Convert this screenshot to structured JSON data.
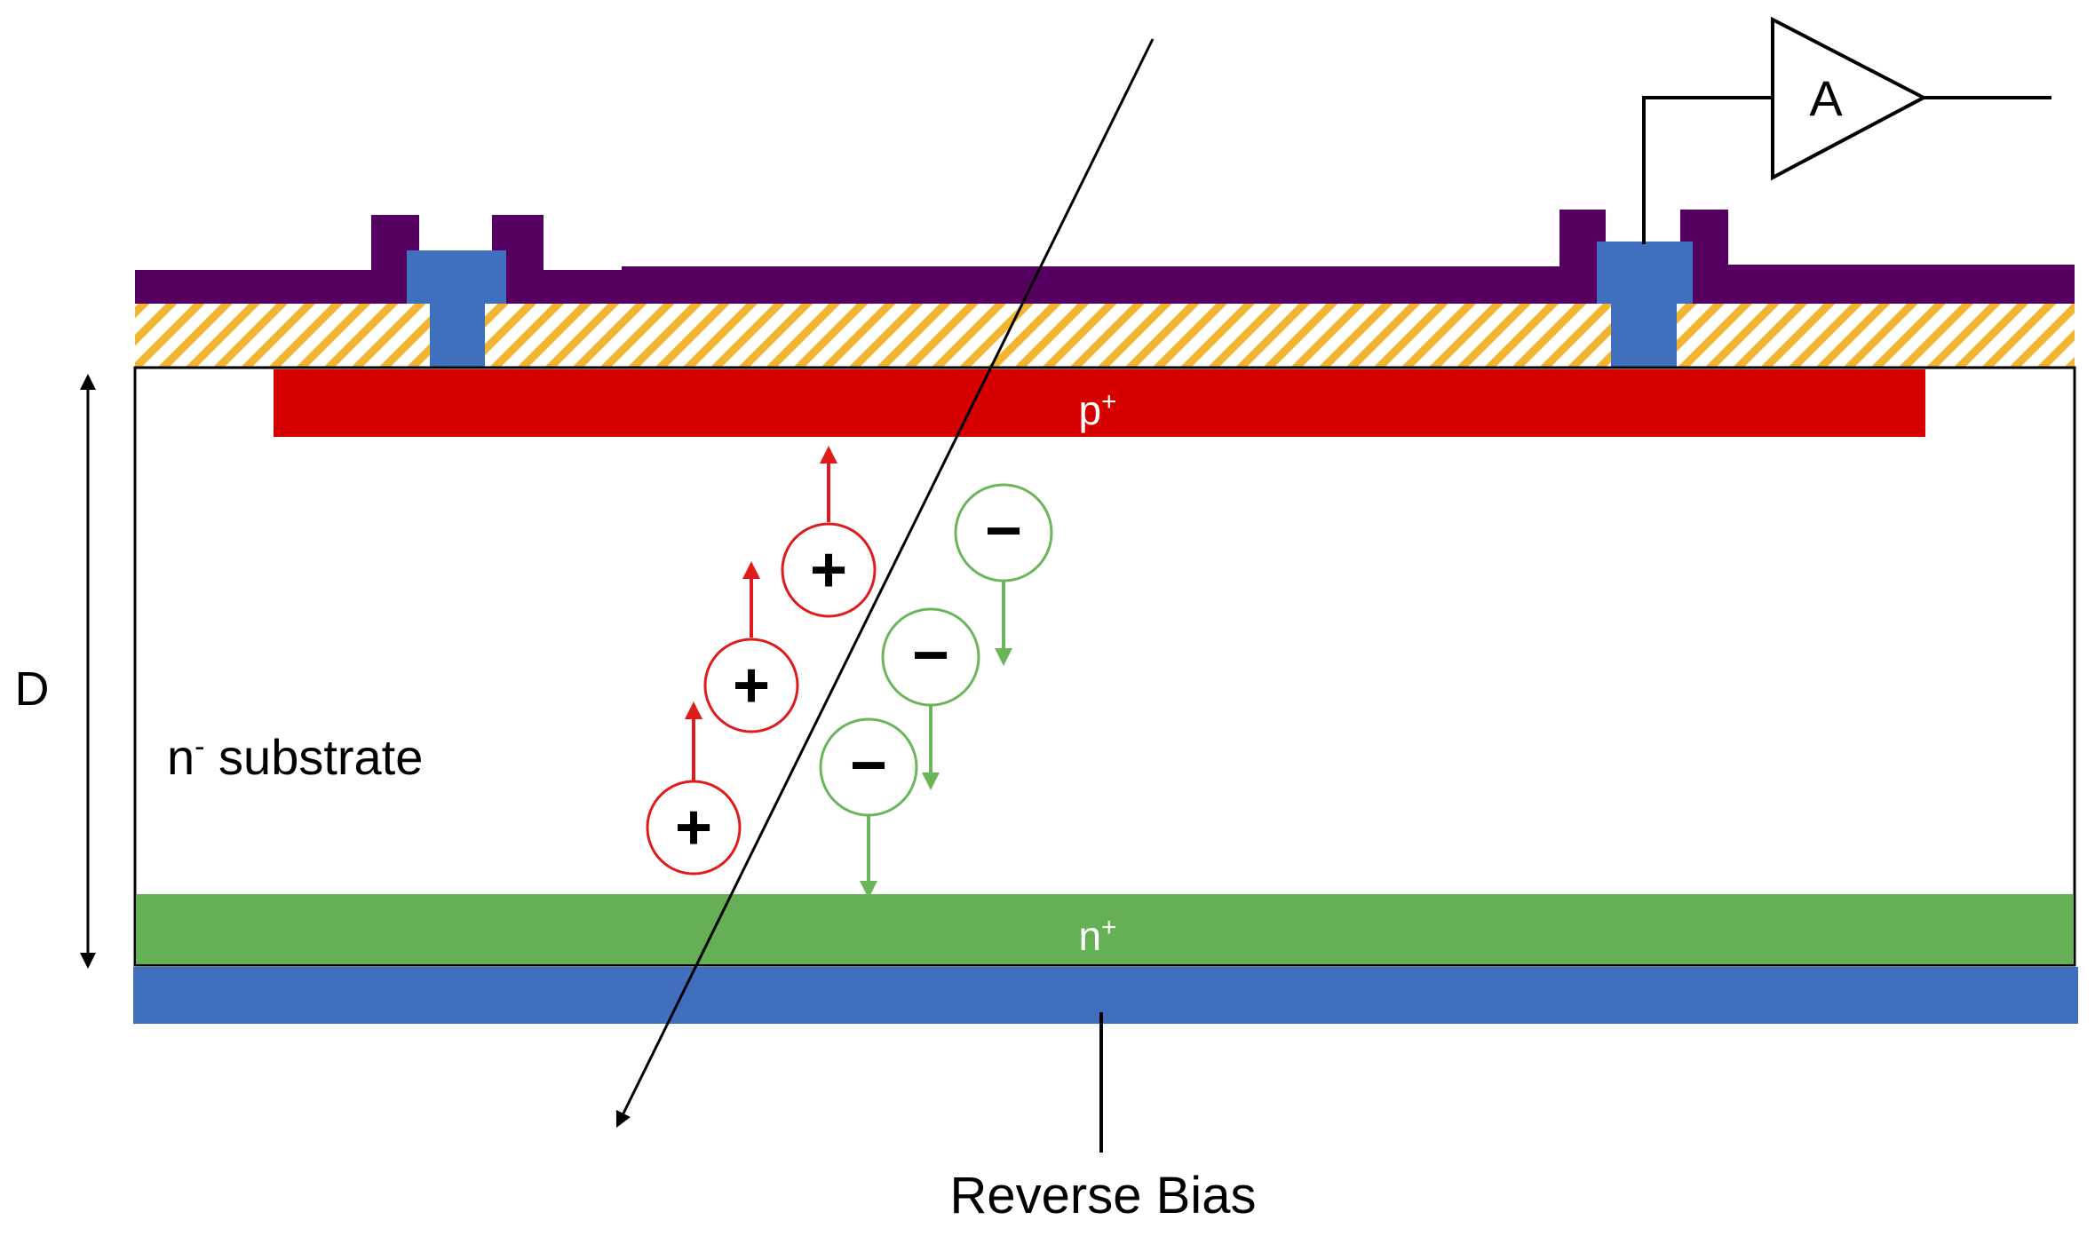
{
  "labels": {
    "p_plus_base": "p",
    "p_plus_sup": "+",
    "n_plus_base": "n",
    "n_plus_sup": "+",
    "substrate_base": "n",
    "substrate_sup": "-",
    "substrate_rest": " substrate",
    "thickness": "D",
    "amplifier": "A",
    "reverse_bias": "Reverse Bias"
  },
  "charges": {
    "holes": [
      {
        "symbol": "+"
      },
      {
        "symbol": "+"
      },
      {
        "symbol": "+"
      }
    ],
    "electrons": [
      {
        "symbol": "−"
      },
      {
        "symbol": "−"
      },
      {
        "symbol": "−"
      }
    ]
  },
  "colors": {
    "p_plus": "#d60000",
    "n_plus": "#65af55",
    "metal": "#3f6fbd",
    "passivation": "#560062",
    "oxide": "#f2b531",
    "hole": "#e01b1b",
    "electron": "#6ab55a"
  }
}
